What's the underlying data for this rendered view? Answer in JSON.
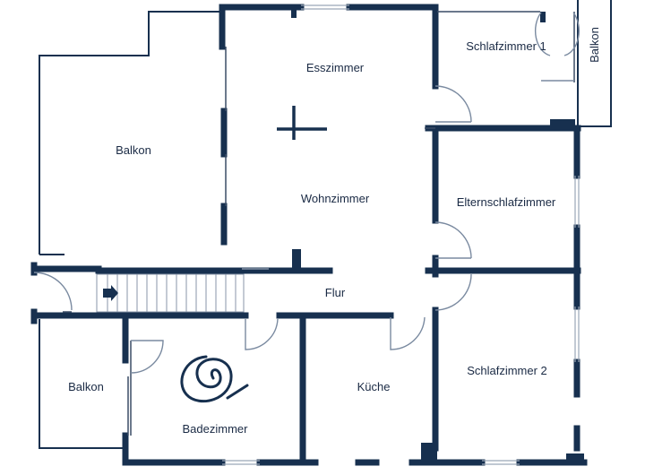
{
  "colors": {
    "wall": "#17304f",
    "thin": "#3a4c66",
    "door": "#7a8aa0",
    "window": "#9aa6b6",
    "background": "#ffffff"
  },
  "rooms": {
    "balkon_top": "Balkon",
    "esszimmer": "Esszimmer",
    "wohnzimmer": "Wohnzimmer",
    "schlafzimmer1": "Schlafzimmer 1",
    "balkon_right": "Balkon",
    "elternschlafzimmer": "Elternschlafzimmer",
    "flur": "Flur",
    "balkon_left": "Balkon",
    "badezimmer": "Badezimmer",
    "kueche": "Küche",
    "schlafzimmer2": "Schlafzimmer 2"
  },
  "icons": {
    "stair_arrow": "arrow-right-icon",
    "shower": "spiral-shower-icon",
    "ceiling_light": "cross-light-icon"
  }
}
